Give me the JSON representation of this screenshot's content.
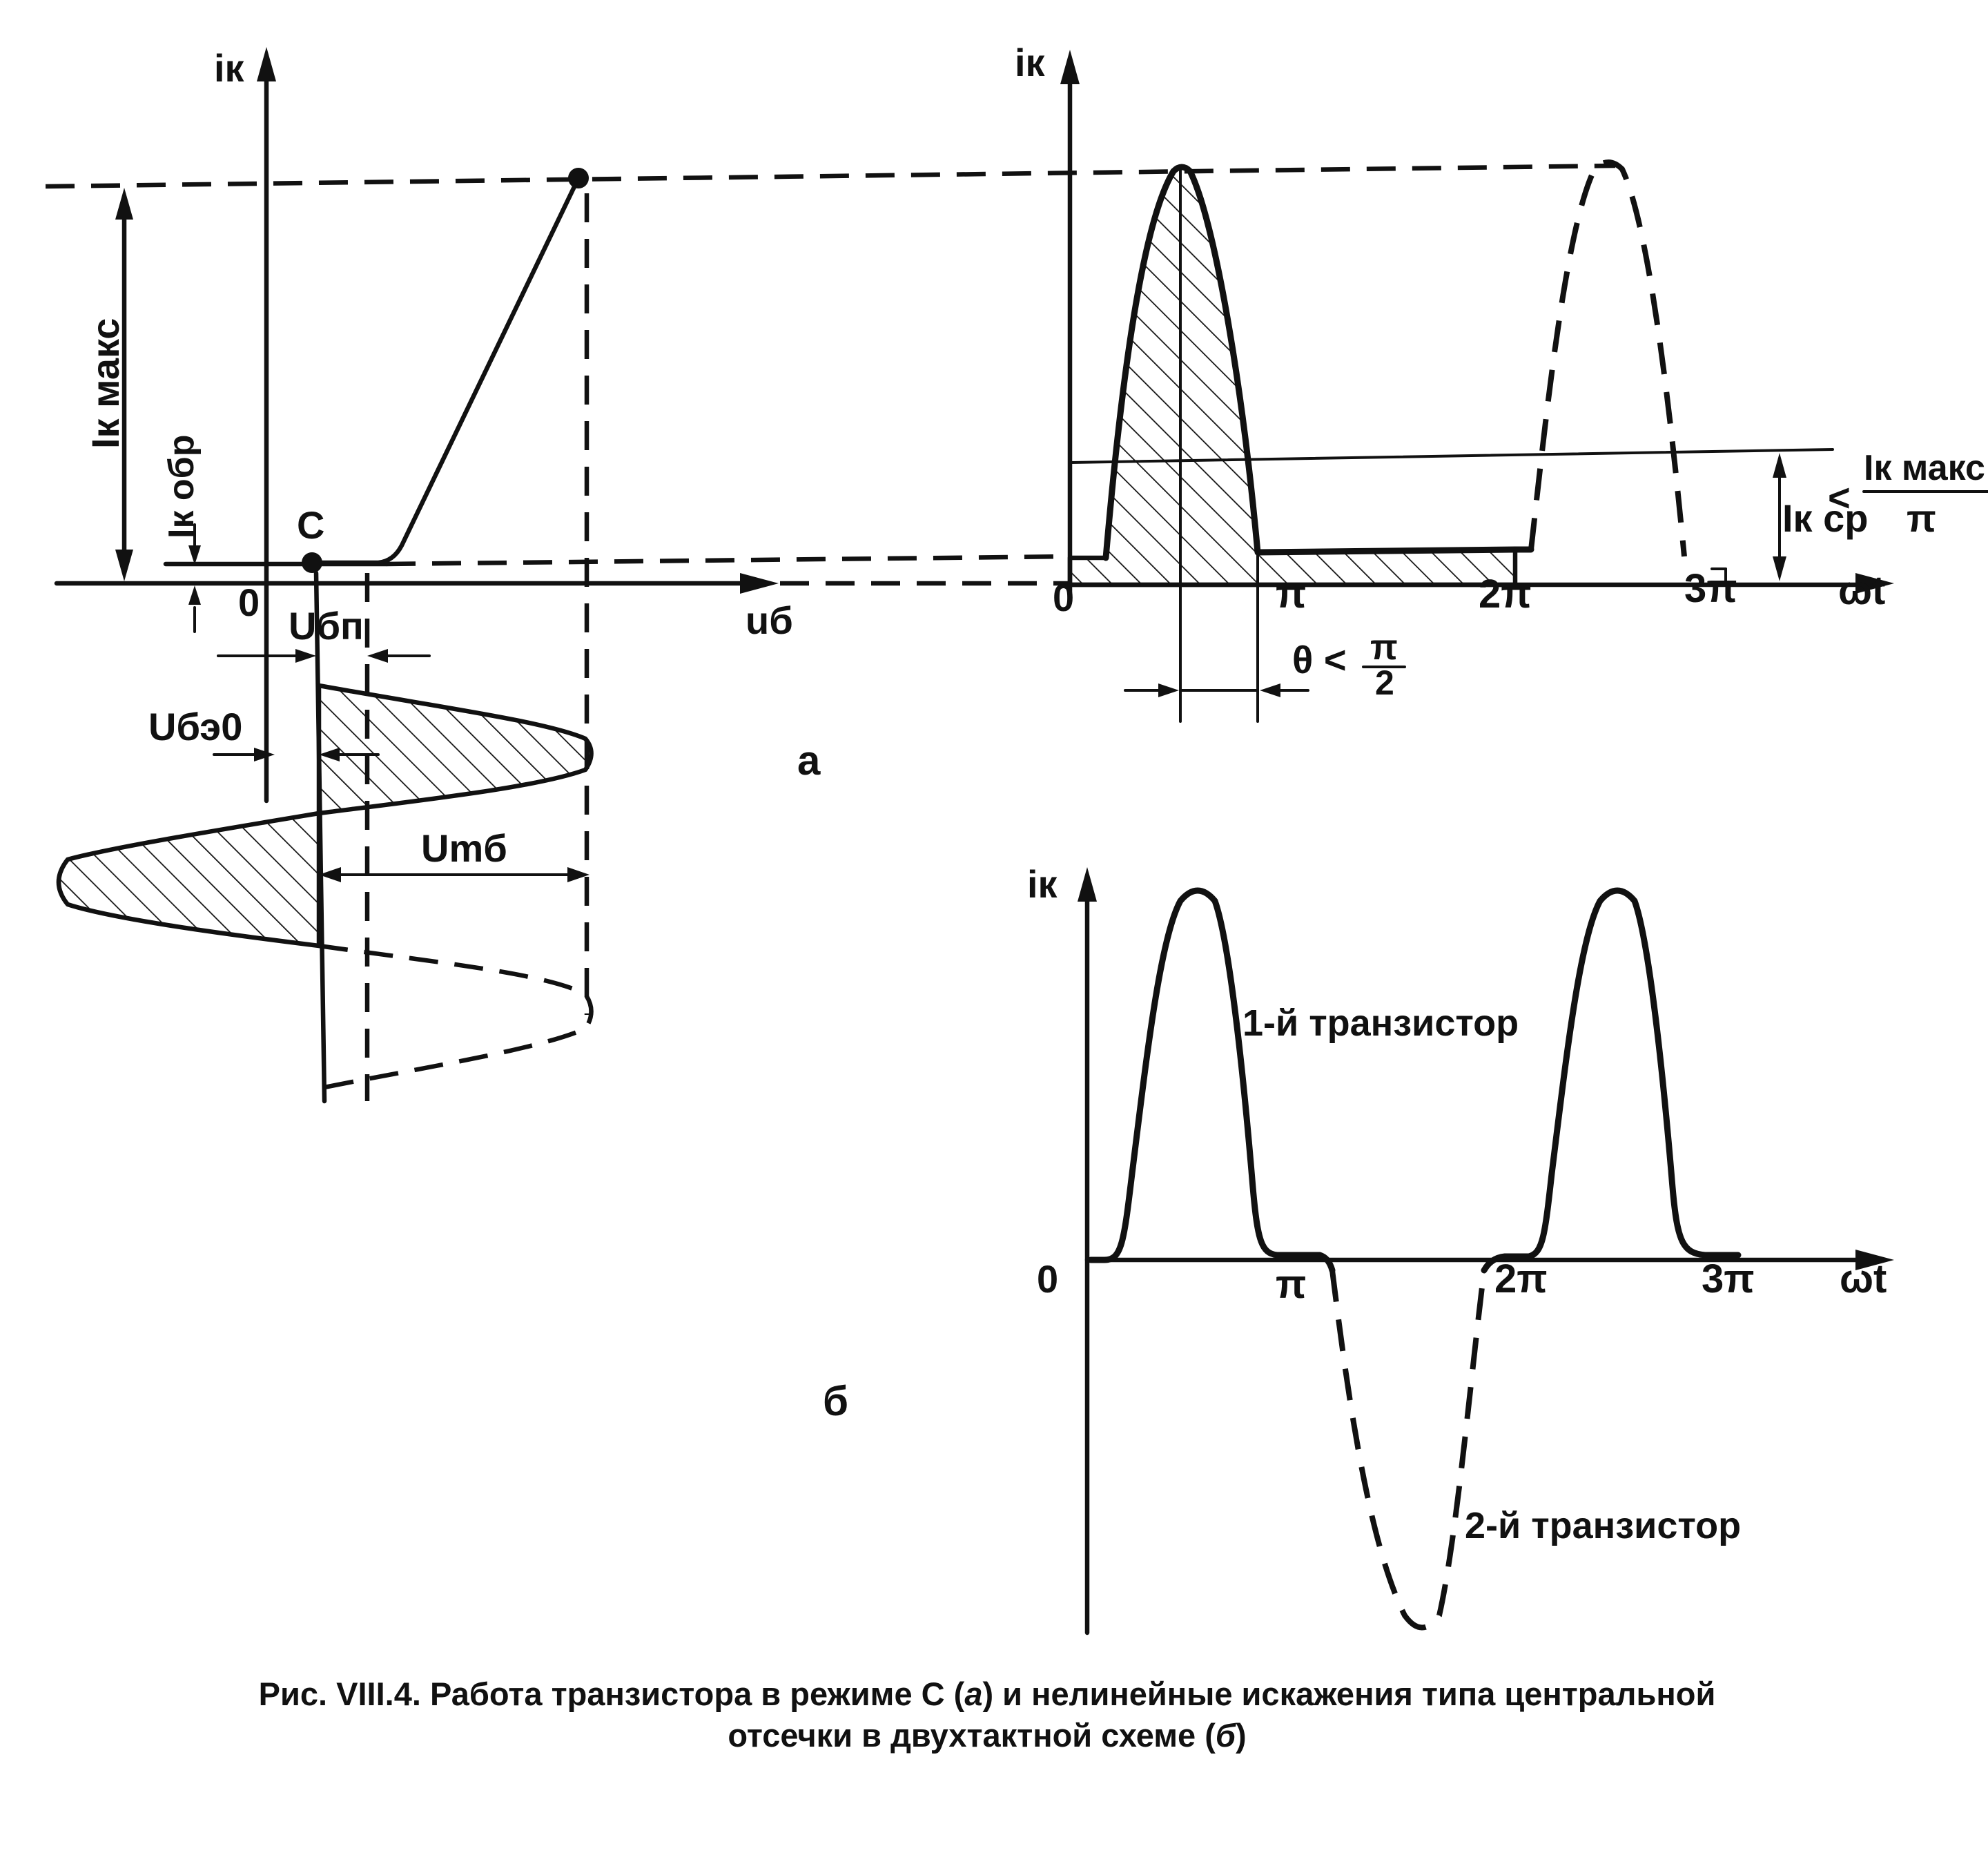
{
  "figure_a": {
    "transfer": {
      "y_axis_label": "iк",
      "x_axis_label": "uб",
      "origin_label": "0",
      "point_label": "С",
      "imax_label": "Iк макс",
      "irev_label": "Iк обр",
      "ubp_label": "Uбп",
      "ube0_label": "Uбэ0",
      "umb_label": "Umб"
    },
    "waveform": {
      "y_axis_label": "iк",
      "x_axis_label": "ωt",
      "origin_label": "0",
      "ticks": [
        "π",
        "2π",
        "3π"
      ],
      "iavg_label": "Iк ср",
      "less_sign": "<",
      "frac_num": "Iк макс",
      "frac_den": "π",
      "theta_label": "θ <",
      "theta_num": "π",
      "theta_den": "2"
    },
    "panel_letter": "а"
  },
  "figure_b": {
    "y_axis_label": "iк",
    "x_axis_label": "ωt",
    "origin_label": "0",
    "ticks": [
      "π",
      "2π",
      "3π"
    ],
    "label_t1": "1-й транзистор",
    "label_t2": "2-й транзистор",
    "panel_letter": "б"
  },
  "caption": {
    "line1_a": "Рис. VIII.4. Работа транзистора в режиме С (",
    "line1_a_ital": "а",
    "line1_b": ") и нелинейные искажения типа центральной",
    "line2_a": "отсечки в двухтактной схеме (",
    "line2_b_ital": "б",
    "line2_c": ")"
  }
}
